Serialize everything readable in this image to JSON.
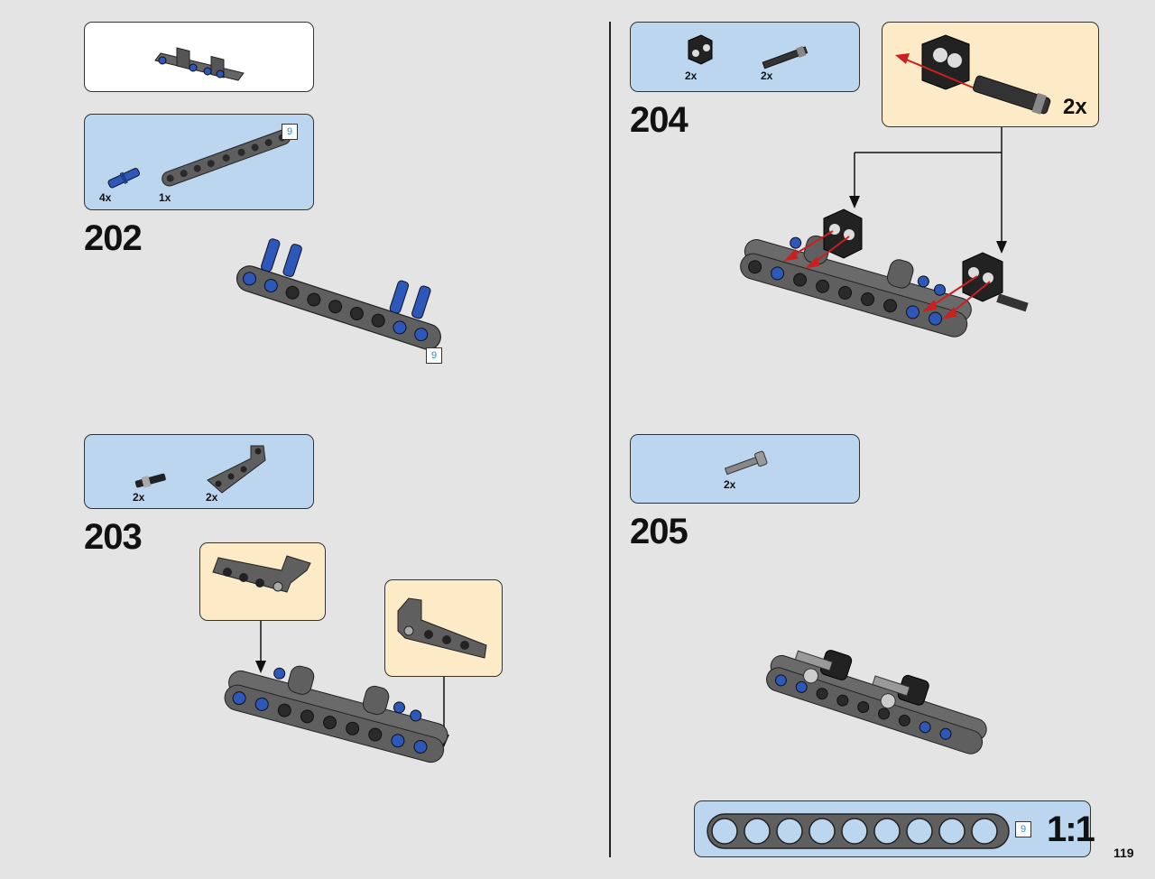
{
  "page_number": "119",
  "left_column": {
    "preview": {},
    "step_202": {
      "number": "202",
      "parts": [
        {
          "qty": "4x",
          "name": "blue-pin"
        },
        {
          "qty": "1x",
          "name": "beam-9"
        }
      ],
      "part_length_badge": "9",
      "model_length_badge": "9"
    },
    "step_203": {
      "number": "203",
      "parts": [
        {
          "qty": "2x",
          "name": "axle-pin"
        },
        {
          "qty": "2x",
          "name": "angled-beam"
        }
      ]
    }
  },
  "right_column": {
    "step_204": {
      "number": "204",
      "parts": [
        {
          "qty": "2x",
          "name": "connector-block"
        },
        {
          "qty": "2x",
          "name": "axle"
        }
      ],
      "callout_multiplier": "2x"
    },
    "step_205": {
      "number": "205",
      "parts": [
        {
          "qty": "2x",
          "name": "axle-with-stop"
        }
      ]
    },
    "ruler": {
      "length_badge": "9",
      "scale_label": "1:1"
    }
  },
  "colors": {
    "parts_panel": "#bcd6f0",
    "callout_panel": "#fdebc8",
    "beam_gray": "#5f5f5f",
    "pin_blue": "#2d57b8",
    "arrow_red": "#cc1f1f"
  }
}
